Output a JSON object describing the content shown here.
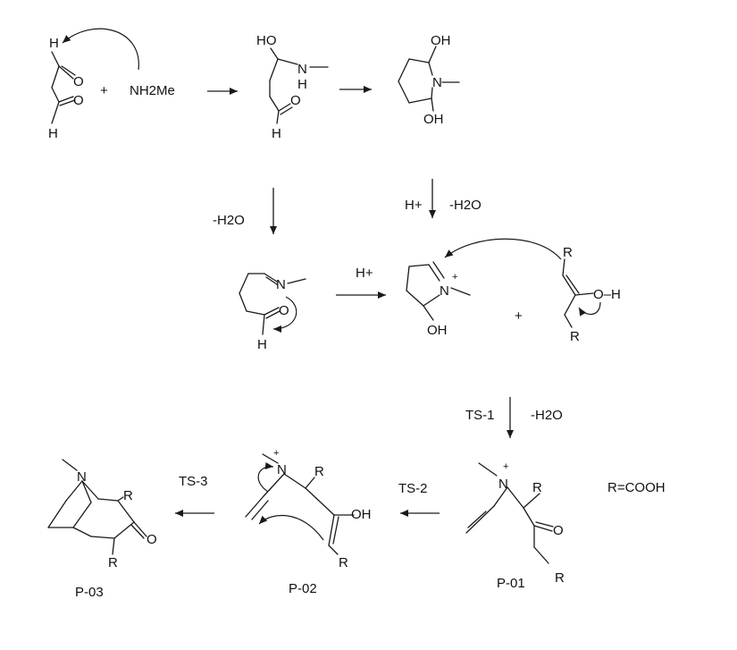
{
  "reagents": {
    "methylamine": "NH2Me",
    "plus": "+"
  },
  "conditions": {
    "dehydration": "-H2O",
    "acid": "H+",
    "ts1": "TS-1",
    "ts2": "TS-2",
    "ts3": "TS-3"
  },
  "atoms": {
    "H": "H",
    "O": "O",
    "N": "N",
    "R": "R",
    "OH": "OH",
    "HO": "HO",
    "OH_bond": "O–H"
  },
  "legend": {
    "r_group": "R=COOH"
  },
  "products": {
    "p01": "P-01",
    "p02": "P-02",
    "p03": "P-03"
  }
}
